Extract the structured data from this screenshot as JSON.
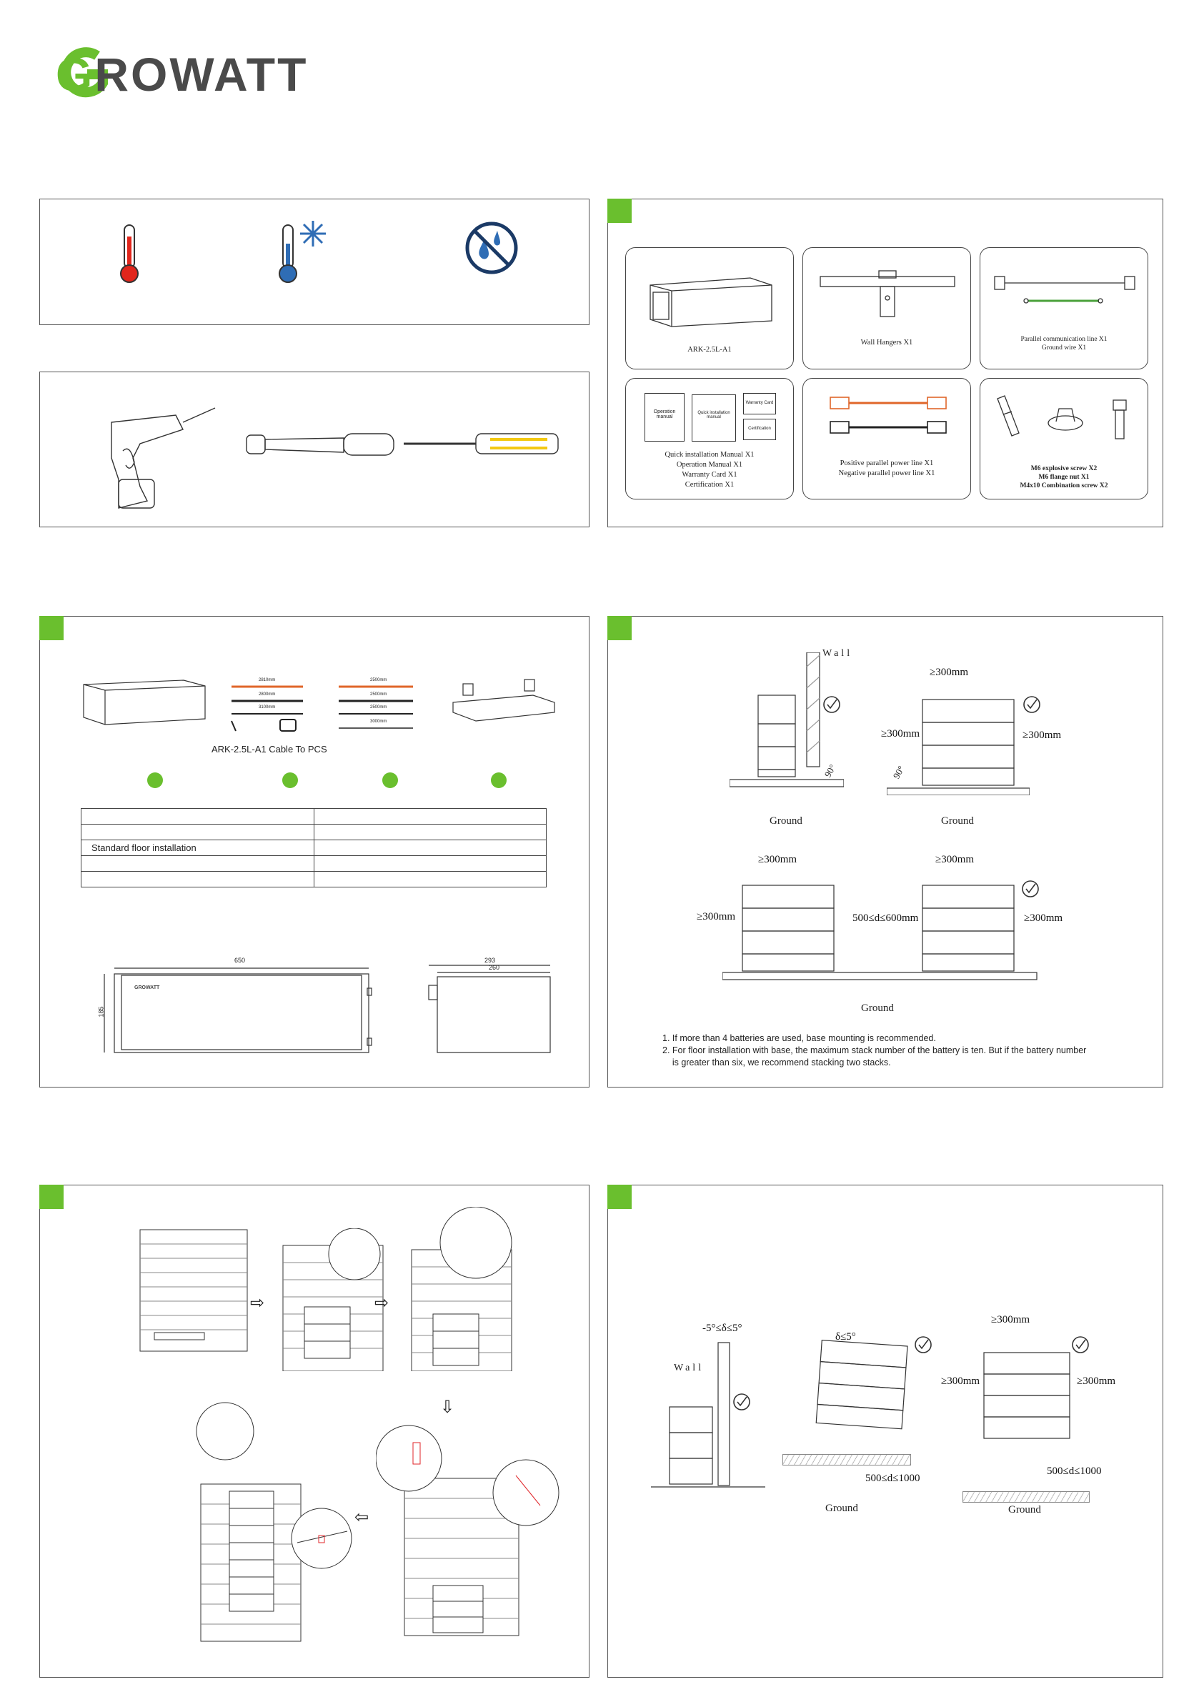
{
  "brand": {
    "logo_text": "GROWATT",
    "logo_color": "#6abf2e",
    "text_color": "#4a4a4a"
  },
  "accent_color": "#6abf2e",
  "environment_panel": {
    "icons": [
      "thermometer-hot-icon",
      "thermometer-cold-icon",
      "no-water-icon"
    ]
  },
  "tools_panel": {
    "icons": [
      "power-drill-icon",
      "torque-wrench-icon",
      "screwdriver-icon"
    ]
  },
  "package_contents": {
    "items": [
      {
        "caption": "ARK-2.5L-A1"
      },
      {
        "caption": "Wall Hangers X1"
      },
      {
        "caption": "Parallel communication line X1\nGround wire X1"
      },
      {
        "caption": "Quick installation Manual X1\nOperation Manual X1\nWarranty Card X1\nCertification X1"
      },
      {
        "caption": "Positive parallel power line X1\nNegative parallel power line X1"
      },
      {
        "caption": "M6 explosive screw X2\nM6 flange nut X1\nM4x10 Combination screw X2"
      }
    ],
    "doc_labels": {
      "manual": "Operation manual",
      "quick": "Quick installation manual",
      "warranty": "Warranty Card",
      "cert": "Certification"
    }
  },
  "cables_panel": {
    "caption": "ARK-2.5L-A1 Cable To PCS",
    "cable_lengths_a": [
      "2810mm",
      "2800mm",
      "3100mm"
    ],
    "cable_lengths_b": [
      "2500mm",
      "2500mm",
      "2500mm",
      "3000mm"
    ],
    "table_rows": [
      "",
      "",
      "Standard floor installation",
      "",
      ""
    ],
    "dims": {
      "length": "650",
      "height": "185",
      "depth_outer": "293",
      "depth_inner": "260"
    }
  },
  "clearance_panel": {
    "labels": {
      "wall": "Wall",
      "ground": "Ground",
      "clearance": "≥300mm",
      "spacing": "500≤d≤600mm",
      "angle": "90°"
    },
    "notes": [
      "1. If more than 4 batteries are used, base mounting is recommended.",
      "2. For floor installation with base, the maximum stack number of the battery is ten. But if the battery number",
      "    is greater than six, we recommend stacking two stacks."
    ]
  },
  "tilt_panel": {
    "labels": {
      "tilt_range": "-5°≤δ≤5°",
      "tilt_max": "δ≤5°",
      "wall": "Wall",
      "clearance": "≥300mm",
      "spacing": "500≤d≤1000",
      "ground": "Ground"
    }
  }
}
